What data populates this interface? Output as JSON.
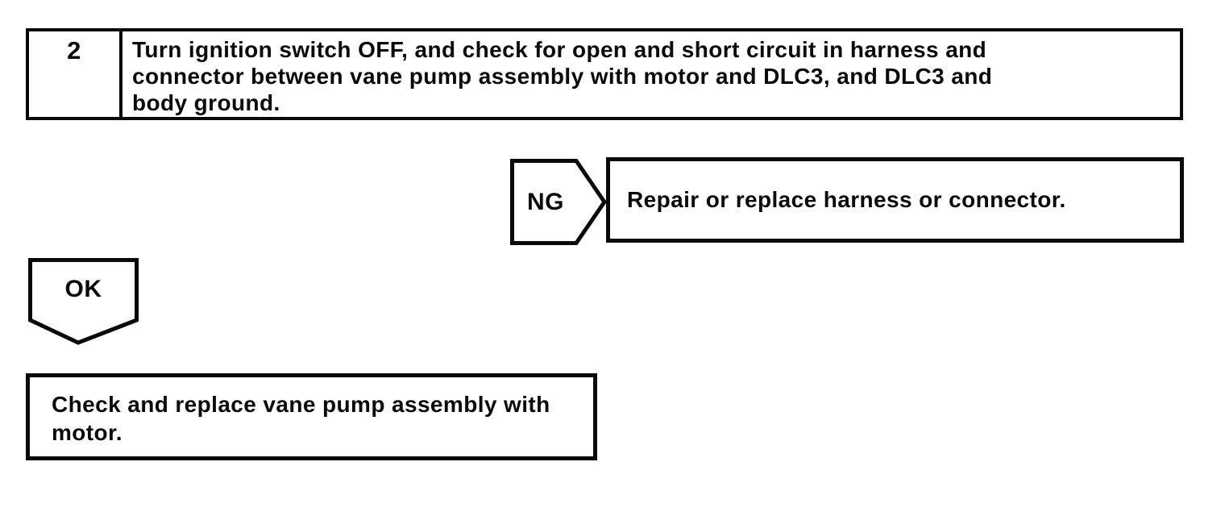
{
  "step": {
    "number": "2",
    "instruction_lines": [
      "Turn ignition switch OFF, and check for open and short circuit in harness and",
      "connector between vane pump assembly with motor and DLC3, and DLC3 and",
      "body ground."
    ]
  },
  "connectors": {
    "ng_label": "NG",
    "ok_label": "OK"
  },
  "results": {
    "ng_action": "Repair or replace harness or connector.",
    "ok_action_lines": [
      "Check and replace vane pump assembly with",
      "motor."
    ]
  },
  "colors": {
    "ink": "#0a0a0a",
    "paper": "#ffffff"
  }
}
